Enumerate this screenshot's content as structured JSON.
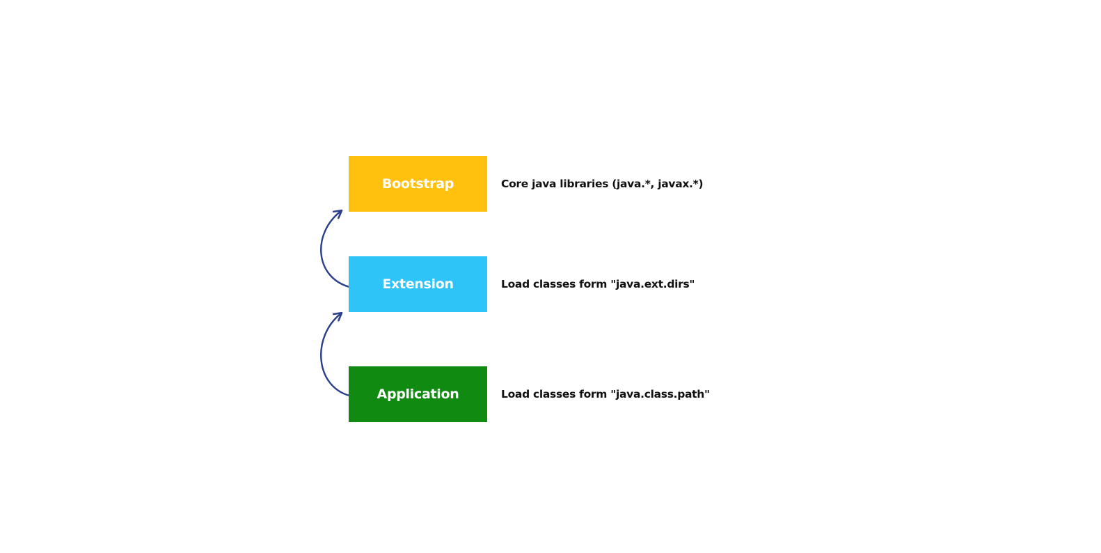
{
  "diagram": {
    "layers": [
      {
        "name": "Bootstrap",
        "description": "Core java libraries (java.*, javax.*)",
        "color": "#FFC10E",
        "text_color": "#ffffff"
      },
      {
        "name": "Extension",
        "description": "Load classes form \"java.ext.dirs\"",
        "color": "#2EC4F7",
        "text_color": "#ffffff"
      },
      {
        "name": "Application",
        "description": "Load classes form \"java.class.path\"",
        "color": "#118A11",
        "text_color": "#ffffff"
      }
    ],
    "arrows": [
      {
        "name": "extension-to-bootstrap",
        "from": "Extension",
        "to": "Bootstrap"
      },
      {
        "name": "application-to-extension",
        "from": "Application",
        "to": "Extension"
      }
    ],
    "arrow_color": "#2B3F8C",
    "description_color": "#111111",
    "background": "#ffffff"
  }
}
